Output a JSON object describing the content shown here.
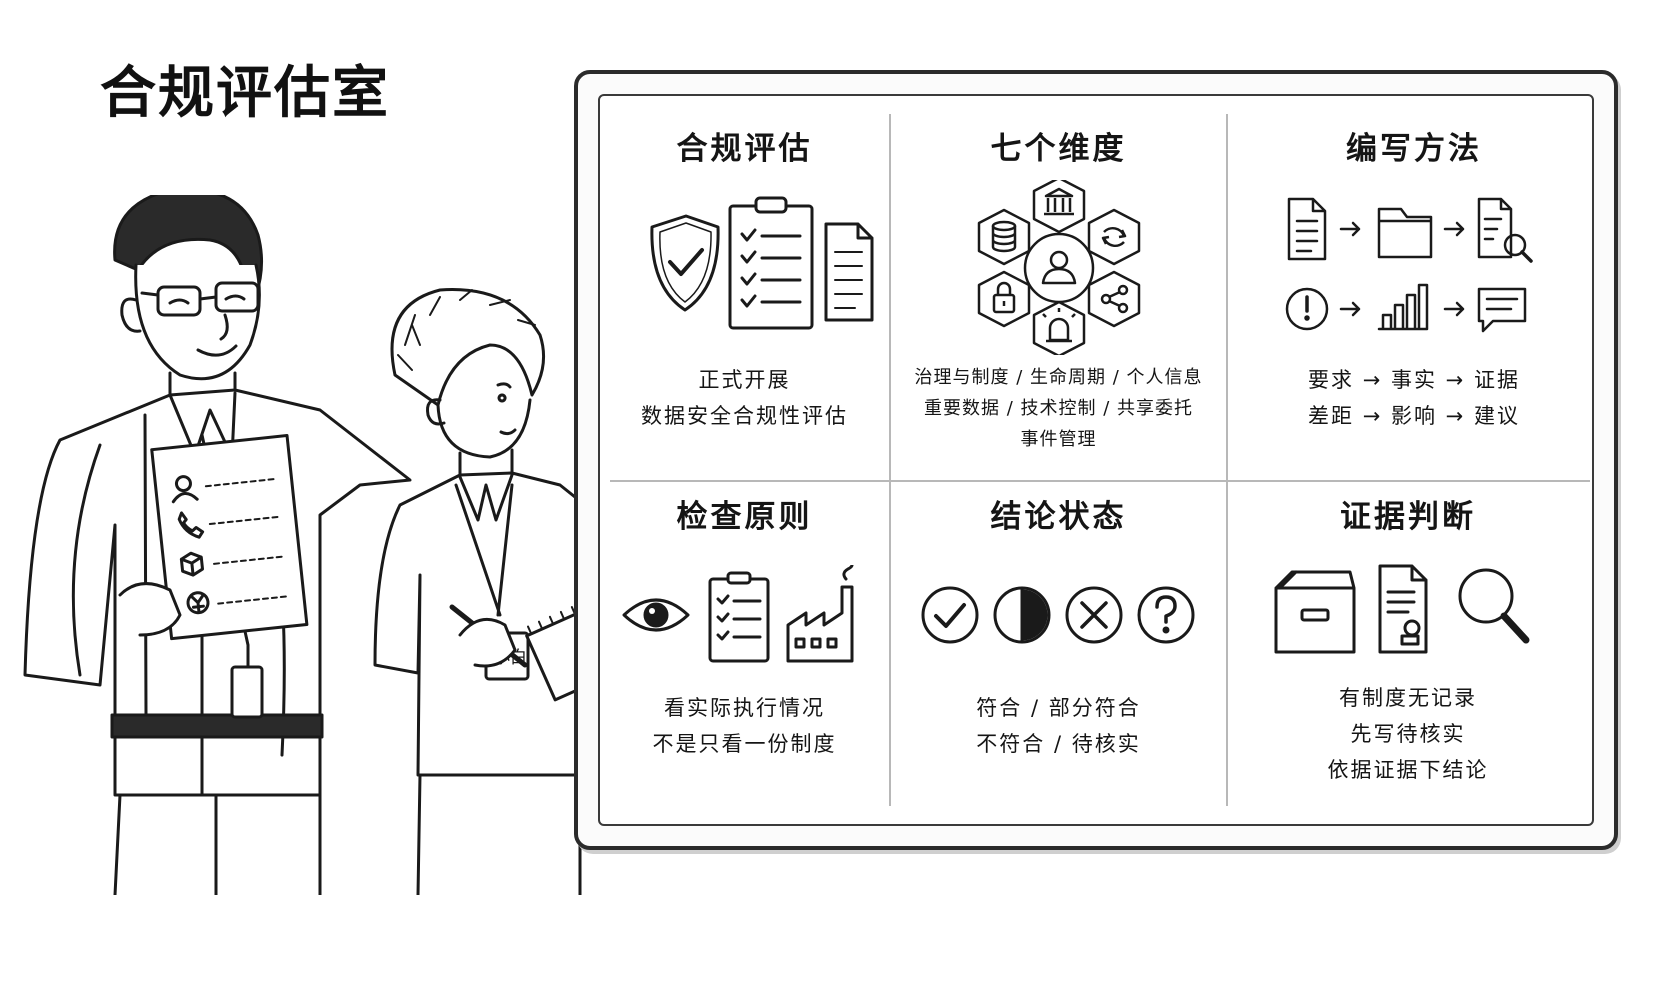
{
  "page": {
    "title": "合规评估室"
  },
  "board": {
    "panels": [
      {
        "title": "合规评估",
        "lines": [
          "正式开展",
          "数据安全合规性评估"
        ],
        "icons": [
          "shield-check-icon",
          "clipboard-checklist-icon",
          "document-icon"
        ]
      },
      {
        "title": "七个维度",
        "lines": [
          "治理与制度 / 生命周期 / 个人信息",
          "重要数据 / 技术控制 / 共享委托",
          "事件管理"
        ],
        "icons": [
          "bank-icon",
          "refresh-icon",
          "share-icon",
          "alarm-icon",
          "lock-icon",
          "database-icon",
          "user-icon"
        ]
      },
      {
        "title": "编写方法",
        "lines": [
          "要求 → 事实 → 证据",
          "差距 → 影响 → 建议"
        ],
        "icons": [
          "document-icon",
          "folder-icon",
          "document-search-icon",
          "alert-icon",
          "bar-chart-icon",
          "comment-icon"
        ]
      },
      {
        "title": "检查原则",
        "lines": [
          "看实际执行情况",
          "不是只看一份制度"
        ],
        "icons": [
          "eye-icon",
          "clipboard-checklist-icon",
          "factory-icon"
        ]
      },
      {
        "title": "结论状态",
        "lines": [
          "符合 / 部分符合",
          "不符合 / 待核实"
        ],
        "icons": [
          "check-circle-icon",
          "half-circle-icon",
          "x-circle-icon",
          "question-circle-icon"
        ]
      },
      {
        "title": "证据判断",
        "lines": [
          "有制度无记录",
          "先写待核实",
          "依据证据下结论"
        ],
        "icons": [
          "archive-box-icon",
          "stamped-document-icon",
          "magnifier-icon"
        ]
      }
    ]
  },
  "figures": {
    "student_badge": "小白",
    "form_icons": [
      "user-icon",
      "phone-icon",
      "box-icon",
      "yen-icon"
    ]
  }
}
